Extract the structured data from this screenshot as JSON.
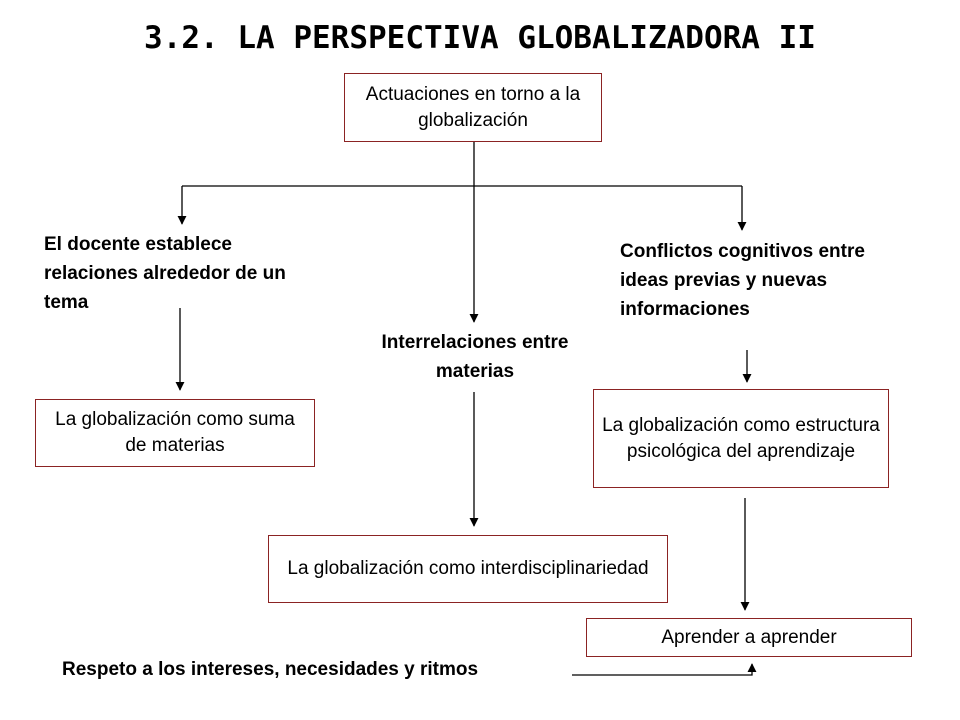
{
  "title": "3.2. LA PERSPECTIVA GLOBALIZADORA II",
  "nodes": {
    "root": "Actuaciones en torno a la globalización",
    "left_heading": "El docente establece relaciones alrededor de un tema",
    "left_box": "La globalización como suma de materias",
    "middle_heading": "Interrelaciones entre materias",
    "middle_box": "La globalización como interdisciplinariedad",
    "right_heading": "Conflictos cognitivos entre ideas previas y nuevas informaciones",
    "right_box": "La globalización como estructura psicológica del aprendizaje",
    "bottom_right_box": "Aprender a aprender",
    "bottom_left_label": "Respeto a los intereses, necesidades y ritmos"
  },
  "colors": {
    "box_border": "#8b2323",
    "line": "#000000"
  }
}
